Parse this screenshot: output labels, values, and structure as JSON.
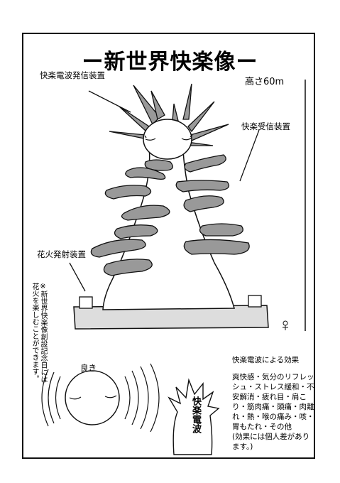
{
  "title": "ー新世界快楽像ー",
  "labels": {
    "transmitter": "快楽電波発信装置",
    "height": "高さ60m",
    "receiver": "快楽受信装置",
    "fireworks": "花火発射装置",
    "good": "良き",
    "kairaku_denpa": "快楽電波"
  },
  "side_note": "※新世界快楽像創設記念日には花火を楽しむことができます。",
  "effects": {
    "heading": "快楽電波による効果",
    "body": "爽快感・気分のリフレッシュ・ストレス緩和・不安解消・疲れ目・肩こり・筋肉痛・頭痛・肉離れ・熱・喉の痛み・咳・胃もたれ・その他",
    "note": "(効果には個人差があります。)"
  },
  "colors": {
    "tentacle_gray": "#999999",
    "line": "#111111",
    "background": "#ffffff"
  }
}
